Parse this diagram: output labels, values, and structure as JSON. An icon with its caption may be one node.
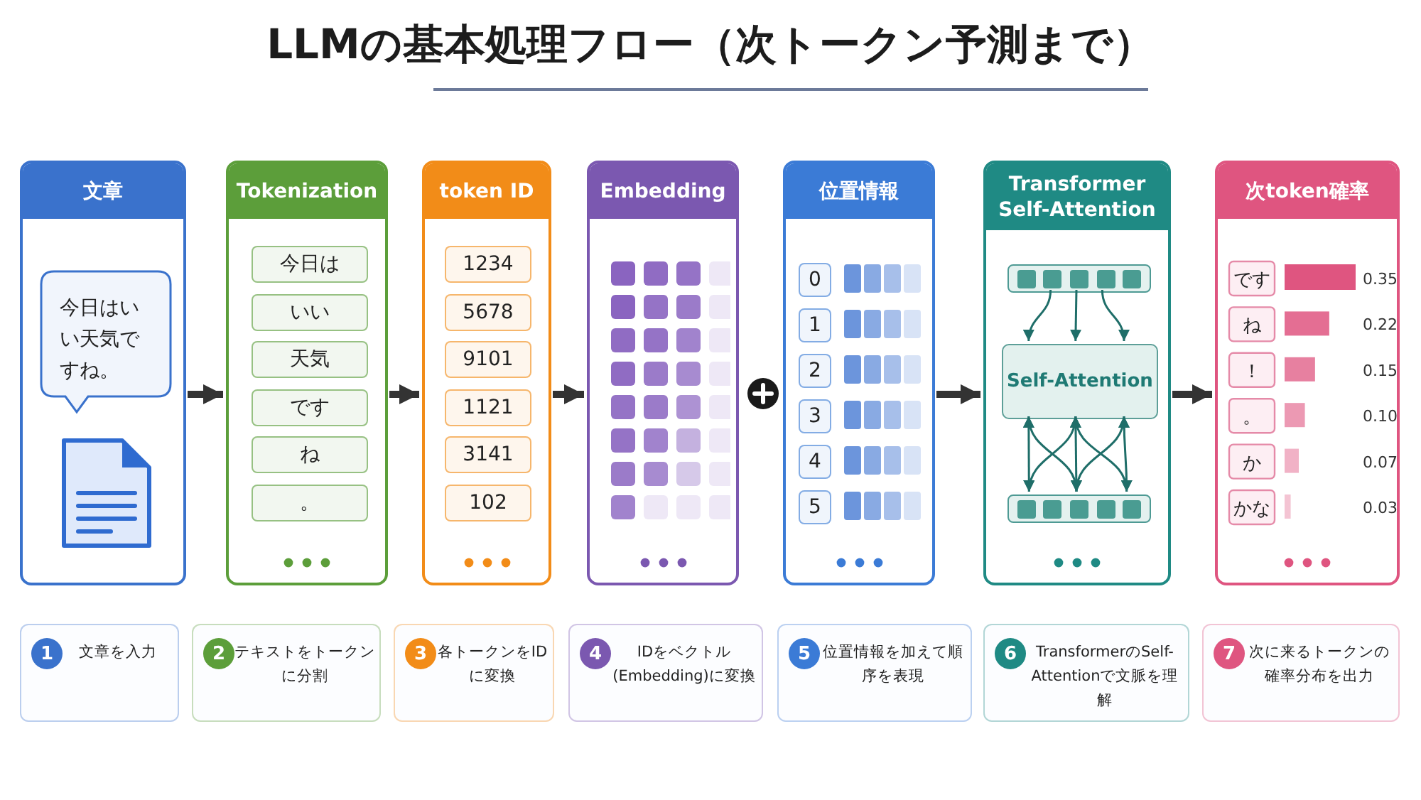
{
  "diagram": {
    "title": "LLMの基本処理フロー（次トークン予測まで）",
    "nodes": [
      {
        "text": [
          "文章"
        ]
      },
      {
        "text": [
          "今日はいい天気ですね。"
        ],
        "in": 0
      },
      {
        "text": [
          "Tokenization"
        ]
      },
      {
        "text": [
          "今日は"
        ],
        "in": 2
      },
      {
        "text": [
          "いい"
        ],
        "in": 2
      },
      {
        "text": [
          "天気"
        ],
        "in": 2
      },
      {
        "text": [
          "です"
        ],
        "in": 2
      },
      {
        "text": [
          "ね"
        ],
        "in": 2
      },
      {
        "text": [
          "。"
        ],
        "in": 2
      },
      {
        "text": [
          "token ID"
        ]
      },
      {
        "text": [
          "1234"
        ],
        "in": 9
      },
      {
        "text": [
          "5678"
        ],
        "in": 9
      },
      {
        "text": [
          "9101"
        ],
        "in": 9
      },
      {
        "text": [
          "1121"
        ],
        "in": 9
      },
      {
        "text": [
          "3141"
        ],
        "in": 9
      },
      {
        "text": [
          "102"
        ],
        "in": 9
      },
      {
        "text": [
          "Embedding"
        ]
      },
      {
        "text": [
          "位置情報"
        ]
      },
      {
        "text": [
          "0"
        ],
        "in": 17
      },
      {
        "text": [
          "1"
        ],
        "in": 17
      },
      {
        "text": [
          "2"
        ],
        "in": 17
      },
      {
        "text": [
          "3"
        ],
        "in": 17
      },
      {
        "text": [
          "4"
        ],
        "in": 17
      },
      {
        "text": [
          "5"
        ],
        "in": 17
      },
      {
        "text": [
          "Transformer Self-Attention"
        ]
      },
      {
        "text": [],
        "shape": "bar",
        "in": 24
      },
      {
        "text": [
          "Self-Attention"
        ],
        "in": 24
      },
      {
        "text": [],
        "shape": "bar",
        "in": 24
      },
      {
        "text": [
          "次token確率"
        ]
      },
      {
        "text": [
          "1",
          "文章を入力"
        ]
      },
      {
        "text": [
          "2",
          "テキストをトークンに分割"
        ]
      },
      {
        "text": [
          "3",
          "各トークンをIDに変換"
        ]
      },
      {
        "text": [
          "4",
          "IDをベクトル(Embedding)に変換"
        ]
      },
      {
        "text": [
          "5",
          "位置情報を加えて順序を表現"
        ]
      },
      {
        "text": [
          "6",
          "TransformerのSelf-Attentionで文脈を理解"
        ]
      },
      {
        "text": [
          "7",
          "次に来るトークンの確率分布を出力"
        ]
      }
    ],
    "edges": [
      {
        "from": 0,
        "to": 2,
        "arrow": "to",
        "style": "thick",
        "color": "#333333"
      },
      {
        "from": 2,
        "to": 9,
        "arrow": "to",
        "style": "thick",
        "color": "#333333"
      },
      {
        "from": 9,
        "to": 16,
        "arrow": "to",
        "style": "thick",
        "color": "#333333"
      },
      {
        "from": 17,
        "to": 24,
        "arrow": "to",
        "style": "thick",
        "color": "#333333"
      },
      {
        "from": 24,
        "to": 28,
        "arrow": "to",
        "style": "thick",
        "color": "#333333"
      },
      {
        "from": 25,
        "to": 26,
        "arrow": "to"
      },
      {
        "from": 25,
        "to": 26,
        "arrow": "to"
      },
      {
        "from": 25,
        "to": 26,
        "arrow": "to"
      },
      {
        "from": 26,
        "to": 27,
        "arrow": "both"
      },
      {
        "from": 26,
        "to": 27,
        "arrow": "both"
      },
      {
        "from": 26,
        "to": 27,
        "arrow": "both"
      },
      {
        "from": 26,
        "to": 27,
        "arrow": "both"
      },
      {
        "from": 26,
        "to": 27,
        "arrow": "both"
      },
      {
        "from": 26,
        "to": 27,
        "arrow": "both"
      },
      {
        "from": 26,
        "to": 27,
        "arrow": "both"
      }
    ],
    "chart_data": {
      "type": "bar",
      "orientation": "horizontal",
      "categories": [
        "です",
        "ね",
        "！",
        "。",
        "か",
        "かな"
      ],
      "values": [
        0.35,
        0.22,
        0.15,
        0.1,
        0.07,
        0.03
      ],
      "value_labels": [
        "0.35",
        "0.22",
        "0.15",
        "0.10",
        "0.07",
        "0.03"
      ]
    }
  }
}
